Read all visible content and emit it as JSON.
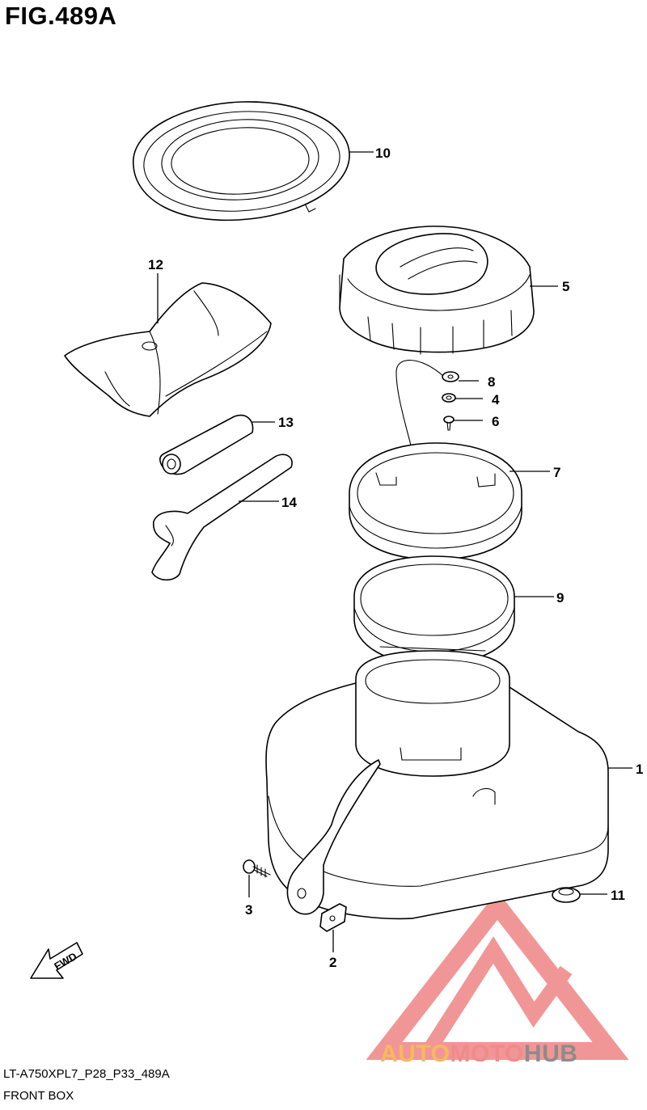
{
  "figure": {
    "title": "FIG.489A",
    "code": "LT-A750XPL7_P28_P33_489A",
    "name": "FRONT BOX"
  },
  "fwd_label": "FWD",
  "callouts": [
    {
      "id": "1",
      "label": "1"
    },
    {
      "id": "2",
      "label": "2"
    },
    {
      "id": "3",
      "label": "3"
    },
    {
      "id": "4",
      "label": "4"
    },
    {
      "id": "5",
      "label": "5"
    },
    {
      "id": "6",
      "label": "6"
    },
    {
      "id": "7",
      "label": "7"
    },
    {
      "id": "8",
      "label": "8"
    },
    {
      "id": "9",
      "label": "9"
    },
    {
      "id": "10",
      "label": "10"
    },
    {
      "id": "11",
      "label": "11"
    },
    {
      "id": "12",
      "label": "12"
    },
    {
      "id": "13",
      "label": "13"
    },
    {
      "id": "14",
      "label": "14"
    }
  ],
  "watermark": {
    "part1": "AUTO",
    "part2": "MOTO",
    "part3": "HUB",
    "color_orange": "#f7b860",
    "color_pink": "#f08b8b",
    "color_gray": "#8c8c8c"
  }
}
